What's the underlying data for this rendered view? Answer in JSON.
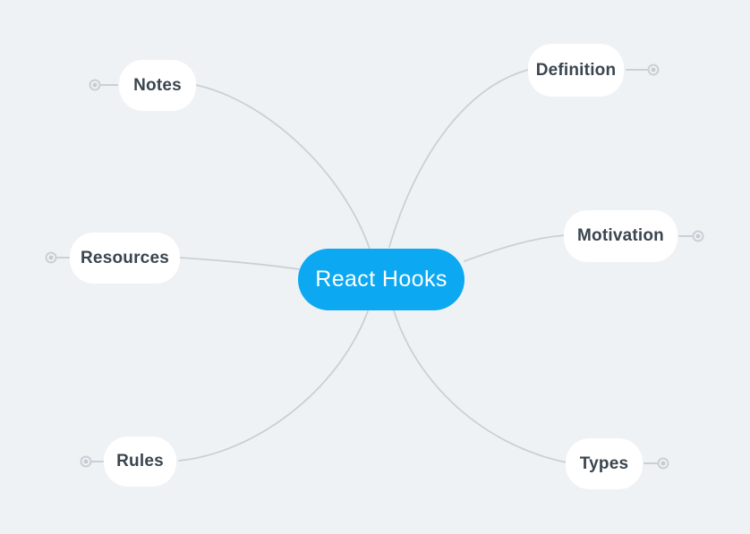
{
  "canvas": {
    "background": "#EFF2F5"
  },
  "palette": {
    "root_node_fill": "#0CA8F2",
    "root_node_text": "#FFFFFF",
    "child_node_fill": "#FFFFFF",
    "child_node_text": "#3A454F",
    "edge_stroke": "#C9D0D6"
  },
  "mindmap": {
    "root": {
      "label": "React Hooks"
    },
    "nodes": [
      {
        "id": "notes",
        "label": "Notes",
        "side": "left"
      },
      {
        "id": "resources",
        "label": "Resources",
        "side": "left"
      },
      {
        "id": "rules",
        "label": "Rules",
        "side": "left"
      },
      {
        "id": "definition",
        "label": "Definition",
        "side": "right"
      },
      {
        "id": "motivation",
        "label": "Motivation",
        "side": "right"
      },
      {
        "id": "types",
        "label": "Types",
        "side": "right"
      }
    ]
  }
}
